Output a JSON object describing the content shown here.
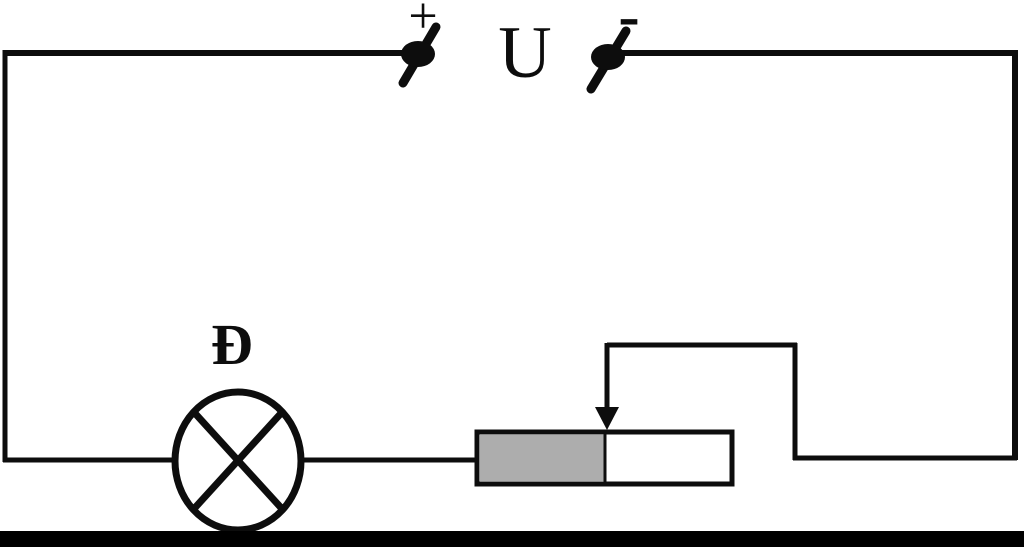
{
  "circuit": {
    "kind": "electric-circuit-diagram",
    "labels": {
      "voltage_source": "U",
      "positive_terminal": "+",
      "negative_terminal": "-",
      "lamp": "Đ"
    },
    "components": [
      {
        "id": "voltage-source",
        "label": "U",
        "symbol": "two binding-post terminals marked + and -"
      },
      {
        "id": "lamp",
        "label": "Đ",
        "symbol": "circle with X cross"
      },
      {
        "id": "rheostat",
        "label": "",
        "symbol": "rectangle half shaded with sliding wiper arrow"
      }
    ],
    "colors": {
      "wire": "#0d0d0d",
      "rheostat_fill": "#adadad",
      "component_fill": "#ffffff",
      "background": "#ffffff",
      "bottom_bar": "#000000"
    }
  }
}
